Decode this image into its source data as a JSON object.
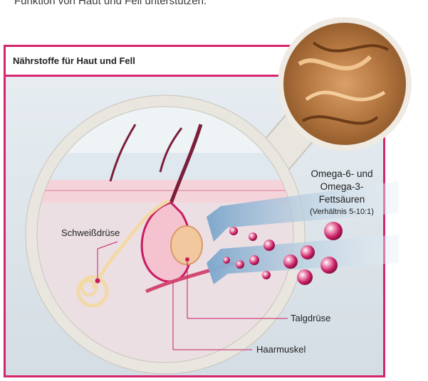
{
  "intro_text": "Funktion von Haut und Fell unterstützen.",
  "panel_title": "Nährstoffe für Haut und Fell",
  "labels": {
    "sweat_gland": "Schweißdrüse",
    "omega_line1": "Omega-6- und",
    "omega_line2": "Omega-3-",
    "omega_line3": "Fettsäuren",
    "omega_ratio": "(Verhältnis 5-10:1)",
    "sebaceous_gland": "Talgdrüse",
    "hair_muscle": "Haarmuskel"
  },
  "colors": {
    "accent": "#d6246e",
    "skin_pink": "#f3c6cf",
    "gland_yellow": "#f2d9a6",
    "sphere": "#c81d63",
    "arrow_blue": "#a9c8e0"
  }
}
